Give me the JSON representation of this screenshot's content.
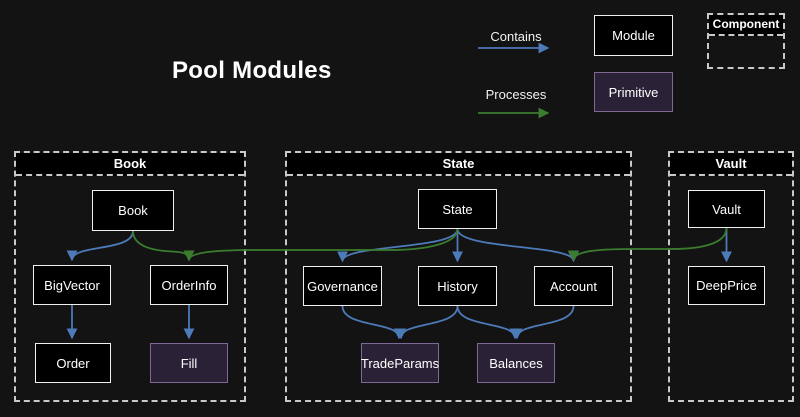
{
  "title": "Pool Modules",
  "legend": {
    "contains_label": "Contains",
    "processes_label": "Processes",
    "module_label": "Module",
    "primitive_label": "Primitive",
    "component_label": "Component"
  },
  "groups": {
    "book": {
      "label": "Book"
    },
    "state": {
      "label": "State"
    },
    "vault": {
      "label": "Vault"
    }
  },
  "nodes": {
    "book": {
      "label": "Book",
      "type": "module",
      "group": "Book"
    },
    "big_vector": {
      "label": "BigVector",
      "type": "module",
      "group": "Book"
    },
    "order_info": {
      "label": "OrderInfo",
      "type": "module",
      "group": "Book"
    },
    "order": {
      "label": "Order",
      "type": "module",
      "group": "Book"
    },
    "fill": {
      "label": "Fill",
      "type": "primitive",
      "group": "Book"
    },
    "state": {
      "label": "State",
      "type": "module",
      "group": "State"
    },
    "governance": {
      "label": "Governance",
      "type": "module",
      "group": "State"
    },
    "history": {
      "label": "History",
      "type": "module",
      "group": "State"
    },
    "account": {
      "label": "Account",
      "type": "module",
      "group": "State"
    },
    "trade_params": {
      "label": "TradeParams",
      "type": "primitive",
      "group": "State"
    },
    "balances": {
      "label": "Balances",
      "type": "primitive",
      "group": "State"
    },
    "vault": {
      "label": "Vault",
      "type": "module",
      "group": "Vault"
    },
    "deep_price": {
      "label": "DeepPrice",
      "type": "module",
      "group": "Vault"
    }
  },
  "edges": [
    {
      "from": "Book",
      "to": "BigVector",
      "type": "contains"
    },
    {
      "from": "Book",
      "to": "OrderInfo",
      "type": "processes"
    },
    {
      "from": "BigVector",
      "to": "Order",
      "type": "contains"
    },
    {
      "from": "OrderInfo",
      "to": "Fill",
      "type": "contains"
    },
    {
      "from": "State",
      "to": "Governance",
      "type": "contains"
    },
    {
      "from": "State",
      "to": "History",
      "type": "contains"
    },
    {
      "from": "State",
      "to": "Account",
      "type": "contains"
    },
    {
      "from": "State",
      "to": "OrderInfo",
      "type": "processes"
    },
    {
      "from": "Governance",
      "to": "TradeParams",
      "type": "contains"
    },
    {
      "from": "History",
      "to": "TradeParams",
      "type": "contains"
    },
    {
      "from": "History",
      "to": "Balances",
      "type": "contains"
    },
    {
      "from": "Account",
      "to": "Balances",
      "type": "contains"
    },
    {
      "from": "Vault",
      "to": "DeepPrice",
      "type": "contains"
    },
    {
      "from": "Vault",
      "to": "Account",
      "type": "processes"
    }
  ],
  "colors": {
    "background": "#131313",
    "module_fill": "#000000",
    "module_border": "#f0f0f0",
    "primitive_fill": "#2a2136",
    "primitive_border": "#7f6796",
    "contains_edge": "#4d7ab8",
    "processes_edge": "#3b7d2f",
    "group_border": "#c9c9c9",
    "text": "#ffffff"
  }
}
